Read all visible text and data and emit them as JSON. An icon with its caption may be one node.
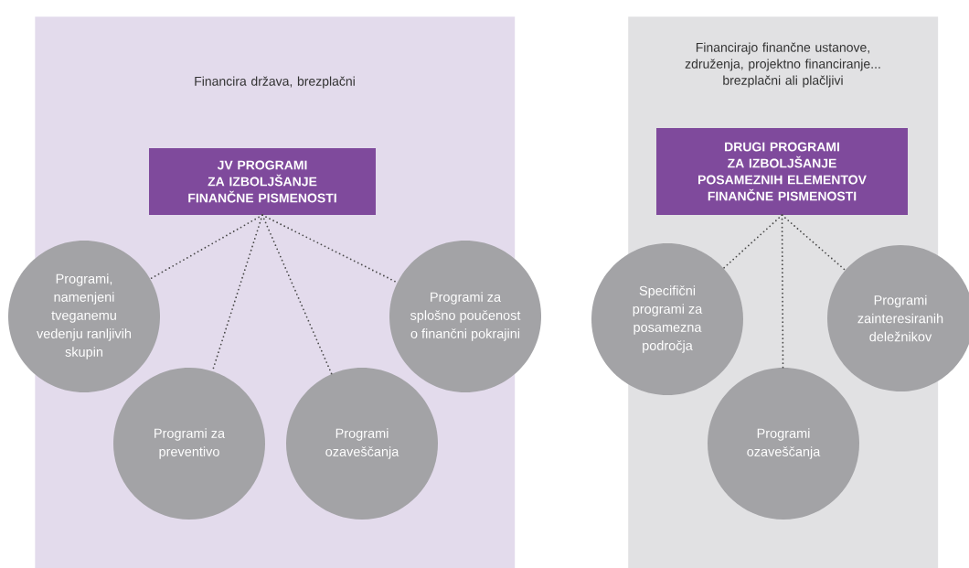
{
  "diagram": {
    "nodes": [
      {
        "text": [
          "Financira država, brezplačni"
        ]
      },
      {
        "text": [
          "JV PROGRAMI ZA IZBOLJŠANJE FINANČNE PISMENOSTI"
        ],
        "in": 0
      },
      {
        "text": [
          "Programi, namenjeni tveganemu vedenju ranljivih skupin"
        ]
      },
      {
        "text": [
          "Programi za preventivo"
        ],
        "in": 0
      },
      {
        "text": [
          "Programi ozaveščanja"
        ],
        "in": 0
      },
      {
        "text": [
          "Programi za splošno poučenost o finančni pokrajini"
        ]
      },
      {
        "text": [
          "Financirajo finančne ustanove, združenja, projektno financiranje... brezplačni ali plačljivi"
        ]
      },
      {
        "text": [
          "DRUGI PROGRAMI ZA IZBOLJŠANJE POSAMEZNIH ELEMENTOV FINANČNE PISMENOSTI"
        ],
        "in": 6
      },
      {
        "text": [
          "Specifični programi za posamezna področja"
        ]
      },
      {
        "text": [
          "Programi ozaveščanja"
        ],
        "in": 6
      },
      {
        "text": [
          "Programi zainteresiranih deležnikov"
        ]
      }
    ],
    "edges": [
      {
        "from": 1,
        "to": 2,
        "arrow": "none"
      },
      {
        "from": 1,
        "to": 3,
        "arrow": "none"
      },
      {
        "from": 1,
        "to": 4,
        "arrow": "none"
      },
      {
        "from": 1,
        "to": 5,
        "arrow": "none"
      },
      {
        "from": 7,
        "to": 8,
        "arrow": "none"
      },
      {
        "from": 7,
        "to": 9,
        "arrow": "none"
      },
      {
        "from": 7,
        "to": 10,
        "arrow": "none"
      }
    ]
  }
}
